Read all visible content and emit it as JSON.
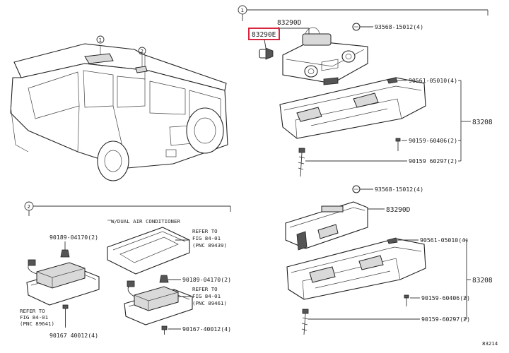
{
  "diagram": {
    "callouts": {
      "section_1": "1",
      "section_2": "2",
      "car_1": "1",
      "car_2": "2"
    },
    "upper": {
      "assy_83290d": "83290D",
      "part_83290e": "83290E",
      "screw_93568": "93568-15012(4)",
      "clip_90561": "90561-05010(4)",
      "screw_90159_a": "90159-60406(2)",
      "screw_90159_b": "90159 60297(2)",
      "group_83208": "83208"
    },
    "lower": {
      "screw_93568": "93568-15012(4)",
      "assy_83290d": "83290D",
      "clip_90561": "90561-05010(4)",
      "group_83208": "83208",
      "screw_90159_a": "90159-60406(2)",
      "screw_90159_b": "90159-60297(2)"
    },
    "section2": {
      "heading": "W/DUAL AIR CONDITIONER",
      "clip_left": "90189-04170(2)",
      "clip_right": "90189-04170(2)",
      "screw_left": "90167 40012(4)",
      "screw_right": "90167-40012(4)",
      "refer_1": [
        "REFER TO",
        "FIG 84-01",
        "(PNC 89439)"
      ],
      "refer_2": [
        "REFER TO",
        "FIG 84-01",
        "(PNC 89461)"
      ],
      "refer_3": [
        "REFER TO",
        "FIG 84-01",
        "(PNC 89641)"
      ]
    },
    "footer_code": "83214"
  }
}
